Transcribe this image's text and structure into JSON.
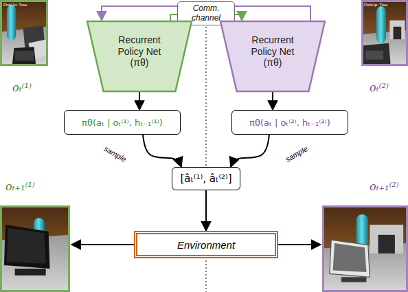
{
  "diagram": {
    "nodes": [
      {
        "text": [
          "Comm. channel"
        ]
      },
      {
        "text": [
          "Recurrent Policy Net (πθ)"
        ]
      },
      {
        "text": [
          "Recurrent Policy Net (πθ)"
        ]
      },
      {
        "text": [
          "πθ(aₜ | oₜ⁽¹⁾, hₜ₋₁⁽¹⁾)"
        ]
      },
      {
        "text": [
          "πθ(aₜ | oₜ⁽²⁾, hₜ₋₁⁽²⁾)"
        ]
      },
      {
        "text": [
          "[âₜ⁽¹⁾, âₜ⁽²⁾]"
        ]
      },
      {
        "text": [
          "Environment"
        ]
      }
    ],
    "edges": [
      {
        "from": 2,
        "to": 1,
        "arrow": "to"
      },
      {
        "from": 1,
        "to": 2,
        "arrow": "to"
      },
      {
        "from": 1,
        "to": 3,
        "arrow": "to"
      },
      {
        "from": 2,
        "to": 4,
        "arrow": "to"
      },
      {
        "from": 3,
        "to": 5,
        "label": "sample",
        "arrow": "to"
      },
      {
        "from": 4,
        "to": 5,
        "label": "sample",
        "arrow": "to"
      },
      {
        "from": 5,
        "to": 6,
        "arrow": "to"
      }
    ],
    "labels": [
      "oₜ⁽¹⁾",
      "oₜ⁽²⁾",
      "oₜ₊₁⁽¹⁾",
      "oₜ₊₁⁽²⁾",
      "PickUp: Tree",
      "PickUp: Tree"
    ]
  }
}
